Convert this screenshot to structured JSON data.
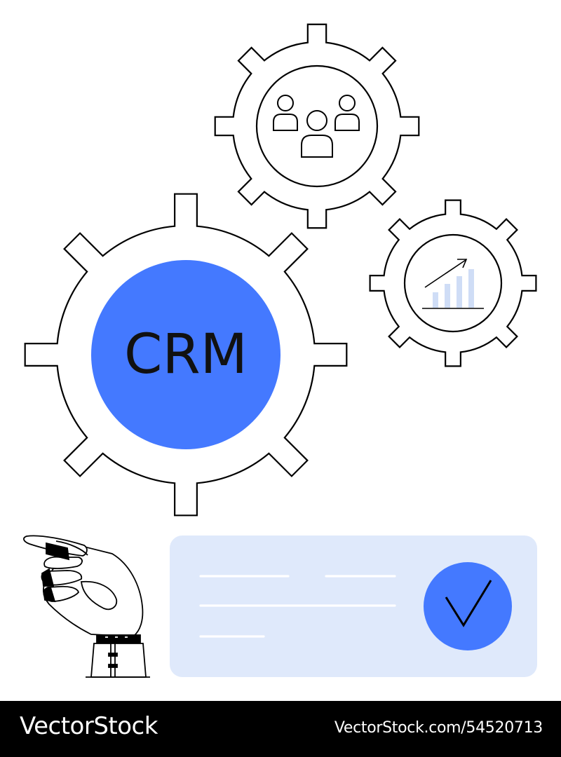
{
  "illustration": {
    "crm_label": "CRM",
    "accent_color": "#4479FF",
    "card_color": "#DFE9FB",
    "chart_bar_color": "#CFDDF6",
    "icons": [
      "gear-icon",
      "people-icon",
      "growth-chart-icon",
      "check-icon",
      "robot-hand-icon"
    ]
  },
  "footer": {
    "brand": "VectorStock",
    "reference": "VectorStock.com/54520713"
  }
}
